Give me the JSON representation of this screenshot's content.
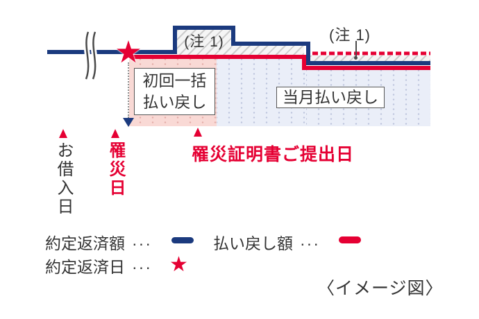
{
  "colors": {
    "navy": "#1b3a7e",
    "red": "#e50033",
    "pink_fill": "#f9d9d5",
    "pink_dot": "#e3aba6",
    "lavender_fill": "#eaeef8",
    "lavender_dot": "#bcc4dc",
    "hatch_line": "#cccccc",
    "hatch_bg": "#f5f5f5",
    "text_dark": "#333333",
    "gray_line": "#4a4a4a",
    "box_border": "#555555",
    "dotted_gray": "#8f8f8f"
  },
  "notes": {
    "left": "(注 1)",
    "right": "(注 1)"
  },
  "areas": {
    "first_refund_line1": "初回一括",
    "first_refund_line2": "払い戻し",
    "month_refund": "当月払い戻し"
  },
  "timeline": {
    "borrow_date": "お借入日",
    "disaster_date": "罹災日",
    "certificate_date": "罹災証明書ご提出日"
  },
  "legend": {
    "repayment_amount_label": "約定返済額",
    "refund_amount_label": "払い戻し額",
    "repayment_date_label": "約定返済日",
    "ellipsis": "···",
    "star_glyph": "★"
  },
  "markers": {
    "star_glyph": "★"
  },
  "caption": "〈イメージ図〉"
}
